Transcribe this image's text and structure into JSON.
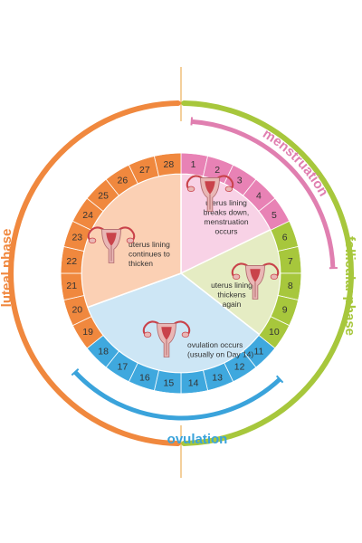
{
  "colors": {
    "luteal": "#F0883E",
    "follicular": "#A7C73C",
    "menstruation": "#E07FB0",
    "ovulation": "#3AA3DB",
    "luteal_fill": "#FBD0B4",
    "menstruation_fill": "#F8D2E6",
    "follicular_fill": "#E5ECC3",
    "ovulation_fill": "#CDE6F5",
    "luteal_ring": "#F0883E",
    "menstruation_ring": "#E882B5",
    "follicular_ring": "#A7C73C",
    "ovulation_ring": "#3FA8DE",
    "uterus": "#E9B7B5",
    "uterus_inner": "#C9424A"
  },
  "phases": {
    "luteal": "luteal phase",
    "follicular": "follicular phase",
    "menstruation": "menstruation",
    "ovulation": "ovulation"
  },
  "days": [
    "1",
    "2",
    "3",
    "4",
    "5",
    "6",
    "7",
    "8",
    "9",
    "10",
    "11",
    "12",
    "13",
    "14",
    "15",
    "16",
    "17",
    "18",
    "19",
    "20",
    "21",
    "22",
    "23",
    "24",
    "25",
    "26",
    "27",
    "28"
  ],
  "day_ring_groups": [
    {
      "phase": "menstruation",
      "days": [
        1,
        5
      ]
    },
    {
      "phase": "follicular",
      "days": [
        6,
        10
      ]
    },
    {
      "phase": "ovulation",
      "days": [
        11,
        18
      ]
    },
    {
      "phase": "luteal",
      "days": [
        19,
        28
      ]
    }
  ],
  "segments": {
    "menstruation": [
      "uterus lining",
      "breaks down,",
      "menstruation",
      "occurs"
    ],
    "follicular": [
      "uterus lining",
      "thickens",
      "again"
    ],
    "ovulation": [
      "ovulation occurs",
      "(usually on Day 14)"
    ],
    "luteal": [
      "uterus lining",
      "continues to",
      "thicken"
    ]
  },
  "icons": [
    "uterus-icon"
  ]
}
